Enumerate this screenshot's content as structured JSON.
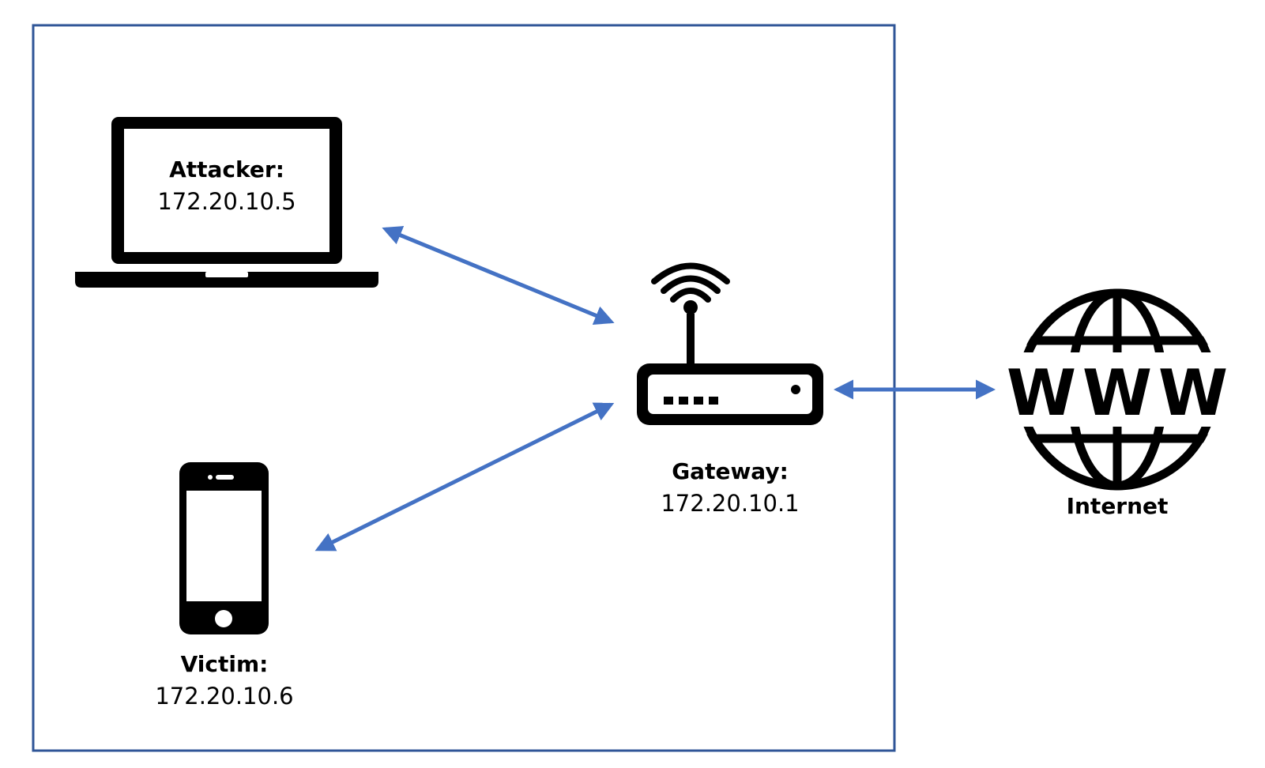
{
  "colors": {
    "boundary": "#2f5597",
    "link": "#4472c4",
    "icon": "#000000"
  },
  "nodes": {
    "attacker": {
      "name": "Attacker:",
      "ip": "172.20.10.5",
      "icon": "laptop-icon"
    },
    "victim": {
      "name": "Victim:",
      "ip": "172.20.10.6",
      "icon": "smartphone-icon"
    },
    "gateway": {
      "name": "Gateway:",
      "ip": "172.20.10.1",
      "icon": "wifi-router-icon"
    },
    "internet": {
      "name": "Internet",
      "icon": "www-globe-icon"
    }
  },
  "links": [
    {
      "from": "attacker",
      "to": "gateway",
      "style": "bidirectional-arrow"
    },
    {
      "from": "victim",
      "to": "gateway",
      "style": "bidirectional-arrow"
    },
    {
      "from": "gateway",
      "to": "internet",
      "style": "bidirectional-arrow"
    }
  ]
}
